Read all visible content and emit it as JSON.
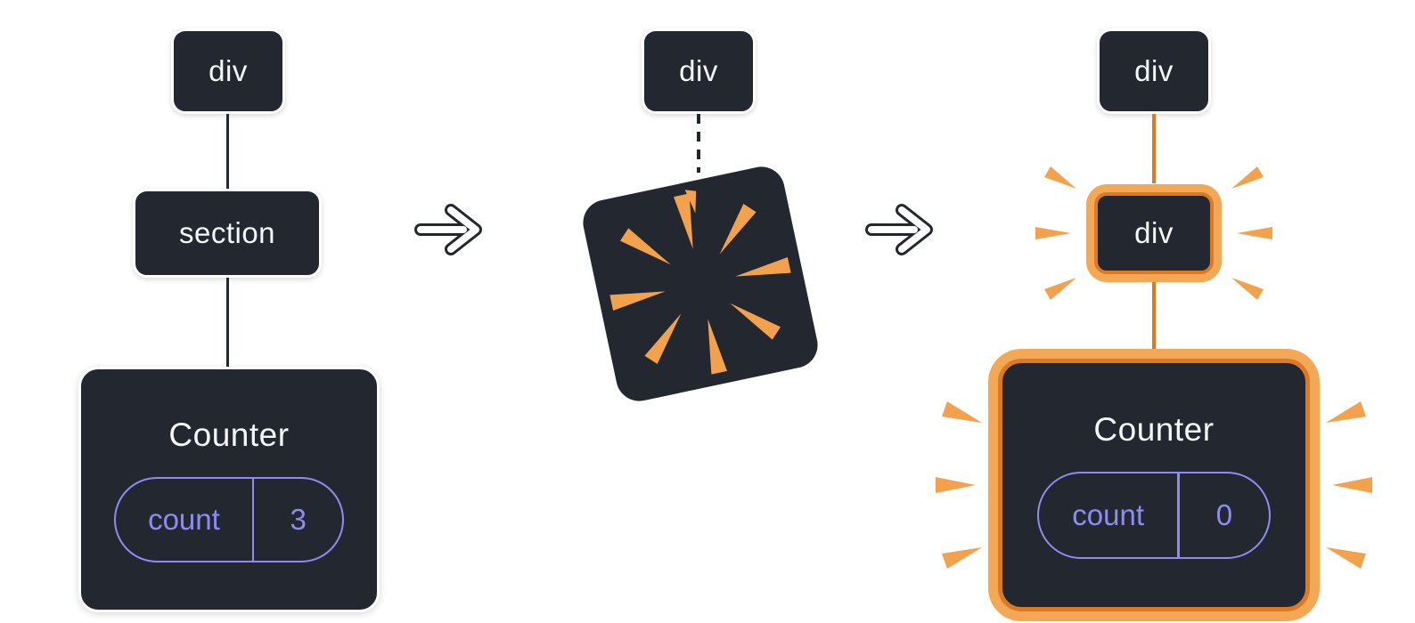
{
  "colors": {
    "canvas_bg": "#FFFFFF",
    "node_bg": "#23272F",
    "node_border": "#FFFFFF",
    "node_text": "#F6F7F9",
    "edge": "#23272F",
    "arrow_fill": "#FFFFFF",
    "arrow_outline": "#23272F",
    "highlight_ring": "#DB7A24",
    "highlight_halo": "#F2A855",
    "spark": "#F2A24C",
    "state_purple": "#8E8BF5"
  },
  "before_tree": {
    "root_node": "div",
    "child_node": "section",
    "component": {
      "title": "Counter",
      "state_key": "count",
      "state_value": "3"
    }
  },
  "transition": {
    "root_node": "div"
  },
  "after_tree": {
    "root_node": "div",
    "child_node": "div",
    "component": {
      "title": "Counter",
      "state_key": "count",
      "state_value": "0"
    }
  }
}
